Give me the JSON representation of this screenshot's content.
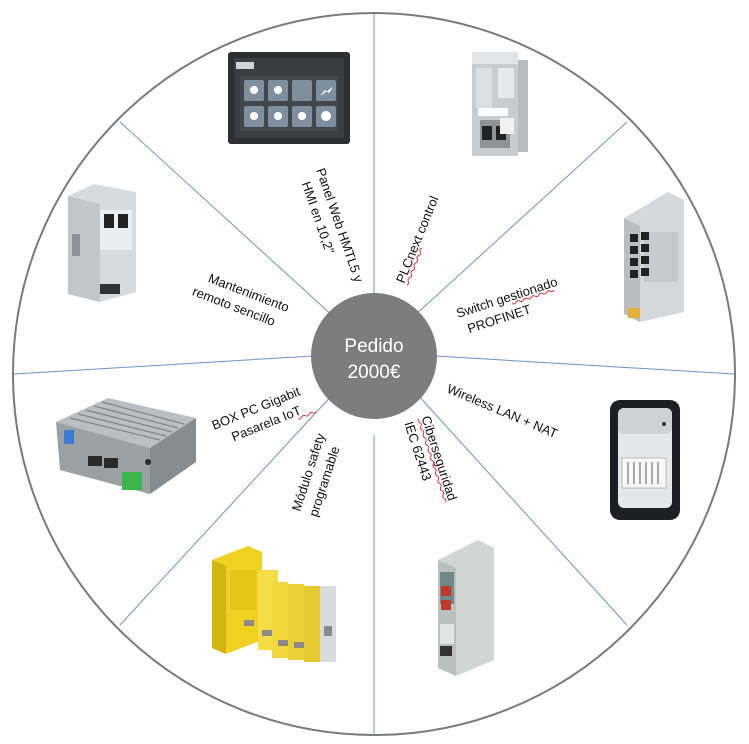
{
  "center": {
    "line1": "Pedido",
    "line2": "2000€",
    "color": "#7d7d7d"
  },
  "ring_border_color": "#7a7a7a",
  "divider_color": "#6f93c9",
  "segments": [
    {
      "id": "panel-web",
      "lines": [
        "Panel Web HMTL5 y",
        "HMI en 10,2\""
      ],
      "device_icon": "hmi-touch-panel-icon"
    },
    {
      "id": "plcnext",
      "lines": [
        "PLCnext control"
      ],
      "device_icon": "plc-controller-icon"
    },
    {
      "id": "switch",
      "lines": [
        "Switch gestionado",
        "PROFINET"
      ],
      "device_icon": "managed-switch-icon"
    },
    {
      "id": "wireless",
      "lines": [
        "Wireless LAN + NAT"
      ],
      "device_icon": "wireless-module-icon"
    },
    {
      "id": "ciberseguridad",
      "lines": [
        "Ciberseguridad",
        "IEC 62443"
      ],
      "device_icon": "security-router-icon"
    },
    {
      "id": "safety",
      "lines": [
        "Módulo safety",
        "programable"
      ],
      "device_icon": "safety-module-icon"
    },
    {
      "id": "boxpc",
      "lines": [
        "BOX PC Gigabit",
        "Pasarela IoT"
      ],
      "device_icon": "box-pc-icon"
    },
    {
      "id": "mantenimiento",
      "lines": [
        "Mantenimiento",
        "remoto sencillo"
      ],
      "device_icon": "remote-router-icon"
    }
  ]
}
